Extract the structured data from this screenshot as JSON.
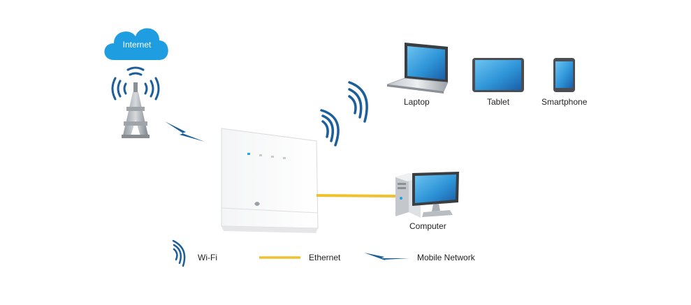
{
  "internet": {
    "label": "Internet"
  },
  "devices": {
    "laptop": "Laptop",
    "tablet": "Tablet",
    "smartphone": "Smartphone",
    "computer": "Computer"
  },
  "legend": {
    "wifi": "Wi-Fi",
    "ethernet": "Ethernet",
    "mobile": "Mobile Network"
  },
  "colors": {
    "cloud": "#1e9ee0",
    "wireless": "#1c5f9a",
    "ethernet": "#f0c12e",
    "screen": "#2a8bd0"
  }
}
